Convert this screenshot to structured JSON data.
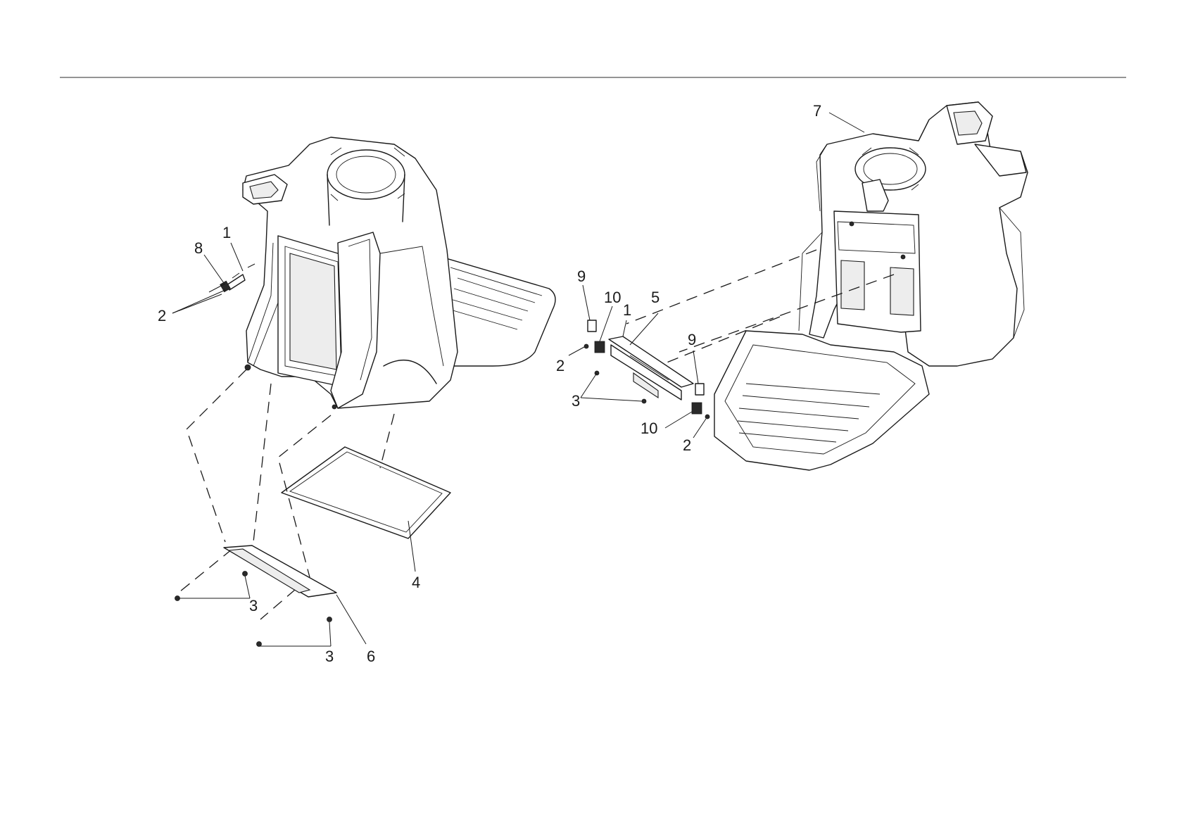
{
  "callouts": {
    "left_1": "1",
    "left_2": "2",
    "left_3a": "3",
    "left_3b": "3",
    "left_4": "4",
    "left_6": "6",
    "left_8": "8",
    "right_1": "1",
    "right_2a": "2",
    "right_2b": "2",
    "right_3": "3",
    "right_5": "5",
    "right_7": "7",
    "right_9a": "9",
    "right_9b": "9",
    "right_10a": "10",
    "right_10b": "10"
  }
}
